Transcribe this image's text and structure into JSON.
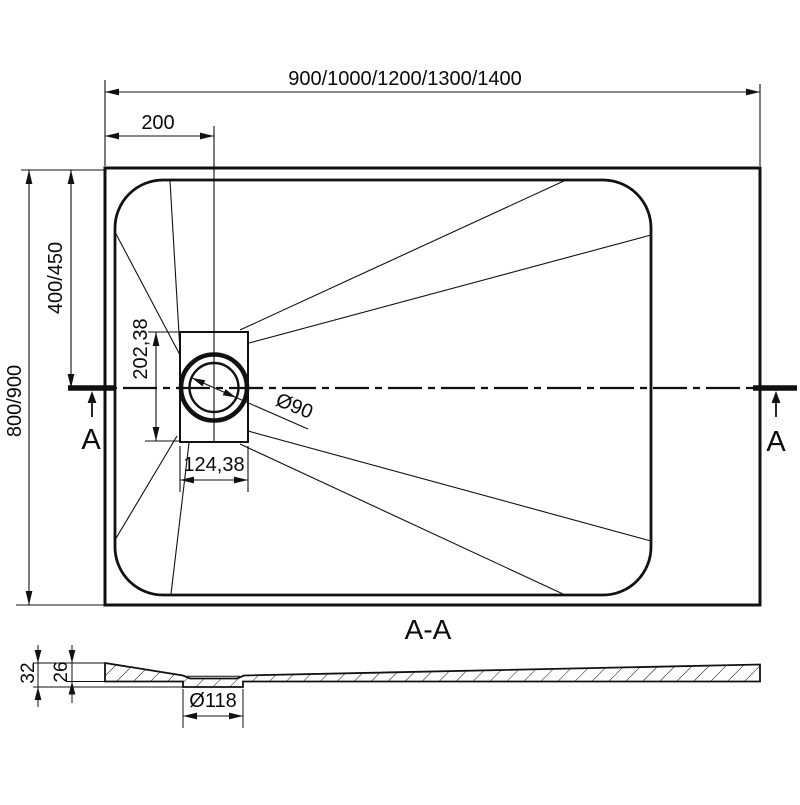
{
  "plan": {
    "width_dim": "900/1000/1200/1300/1400",
    "drain_offset_dim": "200",
    "height_dim": "800/900",
    "drain_center_dim": "400/450",
    "drain_box_height_dim": "202,38",
    "drain_box_width_dim": "124,38",
    "drain_diameter_label": "Ø90",
    "section_marker_left": "A",
    "section_marker_right": "A"
  },
  "section": {
    "title": "A-A",
    "overall_height_dim": "32",
    "edge_height_dim": "26",
    "drain_recess_diameter_label": "Ø118"
  }
}
